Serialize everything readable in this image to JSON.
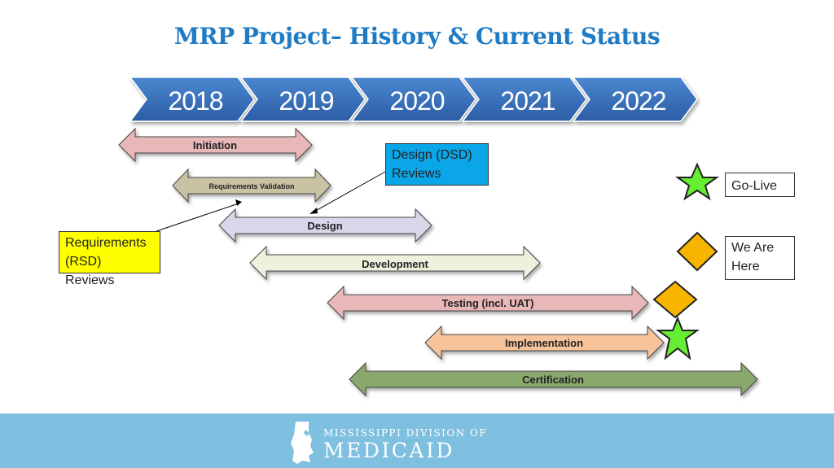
{
  "title": "MRP Project– History & Current Status",
  "years": [
    "2018",
    "2019",
    "2020",
    "2021",
    "2022"
  ],
  "phases": [
    {
      "label": "Initiation",
      "color": "#e8b7b7"
    },
    {
      "label": "Requirements Validation",
      "color": "#c9c3a3"
    },
    {
      "label": "Design",
      "color": "#d9d6ea"
    },
    {
      "label": "Development",
      "color": "#eef2dd"
    },
    {
      "label": "Testing (incl. UAT)",
      "color": "#e8b7b7"
    },
    {
      "label": "Implementation",
      "color": "#f7c39a"
    },
    {
      "label": "Certification",
      "color": "#8aa86e"
    }
  ],
  "callouts": {
    "design_reviews": "Design (DSD) Reviews",
    "requirements_reviews": "Requirements (RSD) Reviews",
    "go_live": "Go-Live",
    "we_are_here": "We Are Here"
  },
  "colors": {
    "title": "#1f7bc4",
    "chevron": "#2f6db5",
    "callout_blue": "#0aa6e8",
    "callout_yellow": "#ffff00",
    "star": "#66ee33",
    "diamond": "#f7b500",
    "footer": "#7fbfdf"
  },
  "footer": {
    "org_line1": "MISSISSIPPI DIVISION OF",
    "org_line2": "MEDICAID"
  }
}
